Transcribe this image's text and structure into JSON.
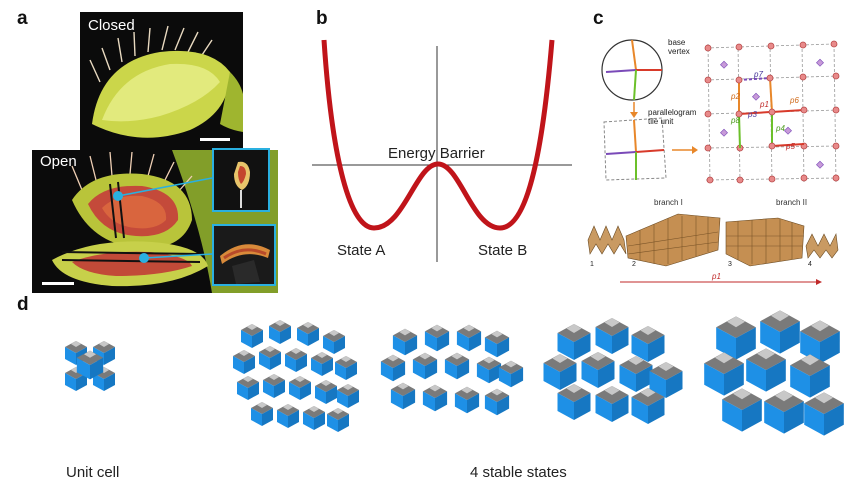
{
  "panels": {
    "a": {
      "letter": "a",
      "closed_label": "Closed",
      "open_label": "Open"
    },
    "b": {
      "letter": "b",
      "barrier_label": "Energy Barrier",
      "state_a_label": "State A",
      "state_b_label": "State B",
      "curve_color": "#c0141a"
    },
    "c": {
      "letter": "c",
      "base_vertex_label": "base\nvertex",
      "parallelogram_label": "parallelogram\ntile unit",
      "p_labels": [
        "p7",
        "p2",
        "p1",
        "p6",
        "p3",
        "p8",
        "p4",
        "p5"
      ],
      "branch_1_label": "branch I",
      "branch_2_label": "branch II",
      "stage_labels": [
        "1",
        "2",
        "3",
        "4"
      ],
      "axis_label": "p1"
    },
    "d": {
      "letter": "d",
      "unit_cell_label": "Unit cell",
      "stable_states_label": "4 stable states",
      "cube_color": "#1e90e6"
    }
  }
}
